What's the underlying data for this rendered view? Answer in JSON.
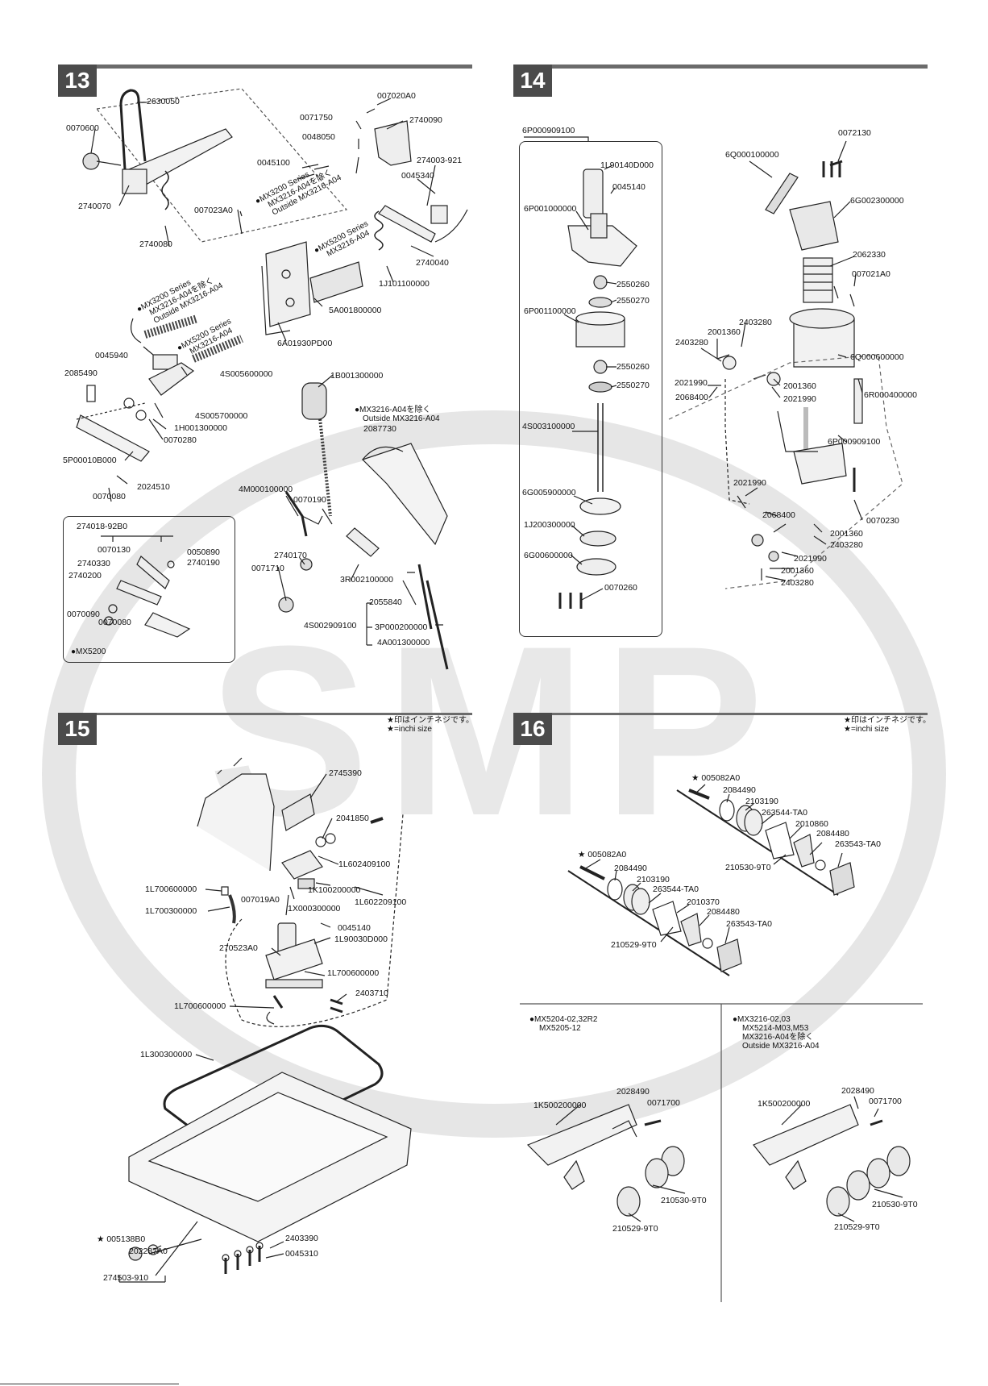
{
  "watermark": {
    "text": "SMP",
    "color": "#e3e3e3"
  },
  "sections": {
    "s13": {
      "number": "13",
      "labels": {
        "l2630050": "2630050",
        "l0070600": "0070600",
        "l007020A0": "007020A0",
        "l0071750": "0071750",
        "l2740090": "2740090",
        "l0048050": "0048050",
        "l274003": "274003-921",
        "l0045100": "0045100",
        "l0045340": "0045340",
        "l2740070": "2740070",
        "l007023A0": "007023A0",
        "l2740080": "2740080",
        "l2740040": "2740040",
        "l1J101100000": "1J101100000",
        "l5A001800000": "5A001800000",
        "l6A01930PD00": "6A01930PD00",
        "l0045940": "0045940",
        "l4S005600000": "4S005600000",
        "l2085490": "2085490",
        "l4S005700000": "4S005700000",
        "l1H001300000": "1H001300000",
        "l0070280": "0070280",
        "l5P00010B000": "5P00010B000",
        "l2024510": "2024510",
        "l0070080a": "0070080",
        "l1B001300000": "1B001300000",
        "l2087730": "2087730",
        "l4M000100000": "4M000100000",
        "l0070190": "0070190",
        "l2740170": "2740170",
        "l0071710": "0071710",
        "l3R002100000": "3R002100000",
        "l2055840": "2055840",
        "l4S002909100": "4S002909100",
        "l3P000200000": "3P000200000",
        "l4A001300000": "4A001300000",
        "l274018": "274018-92B0",
        "l0070130": "0070130",
        "l0050890": "0050890",
        "l2740330": "2740330",
        "l2740190": "2740190",
        "l2740200": "2740200",
        "l0070090": "0070090",
        "l0070080b": "0070080"
      },
      "notes": {
        "mx3200_a": "●MX3200 Series",
        "mx3200_b": "MX3216-A04を除く",
        "mx3200_c": "Outside MX3216-A04",
        "mx5200_a": "●MX5200 Series",
        "mx5200_b": "MX3216-A04",
        "mx3200_2a": "●MX3200 Series",
        "mx3200_2b": "MX3216-A04を除く",
        "mx3200_2c": "Outside MX3216-A04",
        "mx5200_2a": "●MX5200 Series",
        "mx5200_2b": "MX3216-A04",
        "mx3216_a": "●MX3216-A04を除く",
        "mx3216_b": "Outside MX3216-A04",
        "mx5200_box": "●MX5200"
      }
    },
    "s14": {
      "number": "14",
      "labels": {
        "l6P000909100": "6P000909100",
        "l1L90140D000": "1L90140D000",
        "l0045140": "0045140",
        "l6P001000000": "6P001000000",
        "l2550260a": "2550260",
        "l2550270a": "2550270",
        "l6P001100000": "6P001100000",
        "l2550260b": "2550260",
        "l2550270b": "2550270",
        "l4S003100000": "4S003100000",
        "l6G005900000": "6G005900000",
        "l1J200300000": "1J200300000",
        "l6G00600000": "6G00600000",
        "l0070260": "0070260",
        "l0072130": "0072130",
        "l6Q000100000": "6Q000100000",
        "l6G002300000": "6G002300000",
        "l2062330": "2062330",
        "l007021A0": "007021A0",
        "l2403280a": "2403280",
        "l2403280b": "2403280",
        "l2001360a": "2001360",
        "l6Q000600000": "6Q000600000",
        "l2021990a": "2021990",
        "l2001360b": "2001360",
        "l2068400a": "2068400",
        "l2021990b": "2021990",
        "l6R000400000": "6R000400000",
        "l6P000909100b": "6P000909100",
        "l2021990c": "2021990",
        "l2068400b": "2068400",
        "l0070230": "0070230",
        "l2001360c": "2001360",
        "l2403280c": "2403280",
        "l2021990d": "2021990",
        "l2001360d": "2001360",
        "l2403280d": "2403280"
      }
    },
    "s15": {
      "number": "15",
      "inch_note_jp": "★印はインチネジです。",
      "inch_note_en": "★=inchi size",
      "labels": {
        "l2745390": "2745390",
        "l2041850": "2041850",
        "l1L602409100": "1L602409100",
        "l1L700600000a": "1L700600000",
        "l1K100200000": "1K100200000",
        "l1L602209100": "1L602209100",
        "l1L700300000": "1L700300000",
        "l007019A0": "007019A0",
        "l1X000300000": "1X000300000",
        "l0045140": "0045140",
        "l1L90030D000": "1L90030D000",
        "l270523A0": "270523A0",
        "l1L700600000b": "1L700600000",
        "l2403710": "2403710",
        "l1L700600000c": "1L700600000",
        "l1L300300000": "1L300300000",
        "l005138B0": "★ 005138B0",
        "l2403390": "2403390",
        "l202287A0": "202287A0",
        "l0045310": "0045310",
        "l274503": "274503-910"
      }
    },
    "s16": {
      "number": "16",
      "inch_note_jp": "★印はインチネジです。",
      "inch_note_en": "★=inchi size",
      "labels": {
        "l005082A0a": "★ 005082A0",
        "l2084490a": "2084490",
        "l2103190a": "2103190",
        "l263544a": "263544-TA0",
        "l2010860": "2010860",
        "l2084480a": "2084480",
        "l263543a": "263543-TA0",
        "l210530a": "210530-9T0",
        "l005082A0b": "★ 005082A0",
        "l2084490b": "2084490",
        "l2103190b": "2103190",
        "l263544b": "263544-TA0",
        "l2010370": "2010370",
        "l2084480b": "2084480",
        "l263543b": "263543-TA0",
        "l210529a": "210529-9T0",
        "cap_left_a": "●MX5204-02,32R2",
        "cap_left_b": "MX5205-12",
        "cap_right_a": "●MX3216-02,03",
        "cap_right_b": "MX5214-M03,M53",
        "cap_right_c": "MX3216-A04を除く",
        "cap_right_d": "Outside MX3216-A04",
        "l2028490a": "2028490",
        "l0071700a": "0071700",
        "l1K500200000a": "1K500200000",
        "l210530b": "210530-9T0",
        "l210529b": "210529-9T0",
        "l2028490b": "2028490",
        "l0071700b": "0071700",
        "l1K500200000b": "1K500200000",
        "l210530c": "210530-9T0",
        "l210529c": "210529-9T0"
      }
    }
  }
}
